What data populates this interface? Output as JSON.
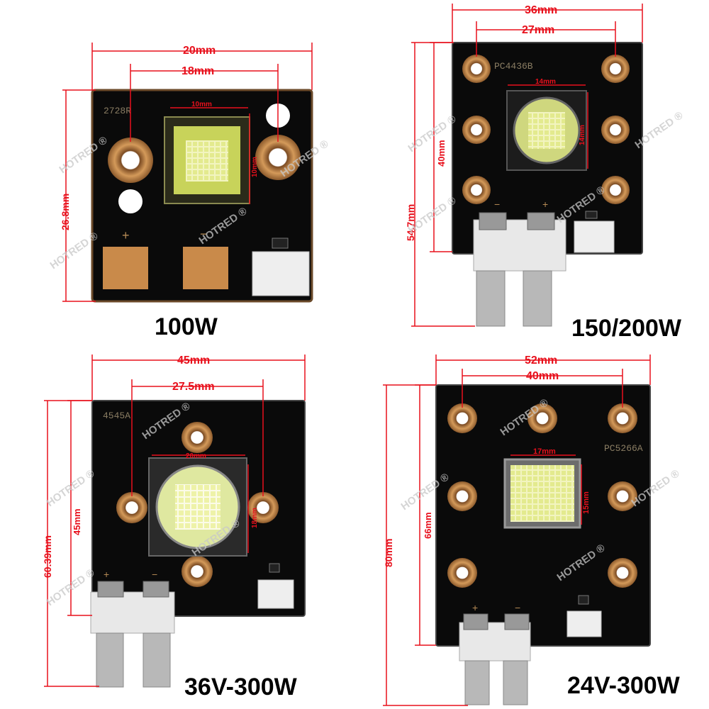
{
  "watermark": "HOTRED ®",
  "modules": [
    {
      "id": "100w",
      "title": "100W",
      "pcb_code": "2728R",
      "dims": {
        "outer_w": "20mm",
        "hole_span": "18mm",
        "height": "26.8mm",
        "chip_w": "10mm",
        "chip_h": "10mm"
      },
      "pads": {
        "plus": "+",
        "minus": "−"
      }
    },
    {
      "id": "150-200w",
      "title": "150/200W",
      "pcb_code": "PC4436B",
      "dims": {
        "outer_w": "36mm",
        "hole_span": "27mm",
        "height": "54.7mm",
        "inner_h": "40mm",
        "chip_w": "14mm",
        "chip_h": "14mm"
      },
      "pads": {
        "plus": "+",
        "minus": "−"
      }
    },
    {
      "id": "36v-300w",
      "title": "36V-300W",
      "pcb_code": "4545A",
      "dims": {
        "outer_w": "45mm",
        "hole_span": "27.5mm",
        "height": "60.39mm",
        "inner_h": "45mm",
        "chip_w": "20mm",
        "chip_h": "18mm"
      },
      "pads": {
        "plus": "+",
        "minus": "−"
      }
    },
    {
      "id": "24v-300w",
      "title": "24V-300W",
      "pcb_code": "PC5266A",
      "dims": {
        "outer_w": "52mm",
        "hole_span": "40mm",
        "height": "80mm",
        "inner_h": "66mm",
        "chip_w": "17mm",
        "chip_h": "15mm"
      },
      "pads": {
        "plus": "+",
        "minus": "−"
      }
    }
  ],
  "colors": {
    "dimension": "#e8101c",
    "pcb": "#0b0b0b",
    "copper": "#c98a4a",
    "led": "#e6ec9a"
  }
}
